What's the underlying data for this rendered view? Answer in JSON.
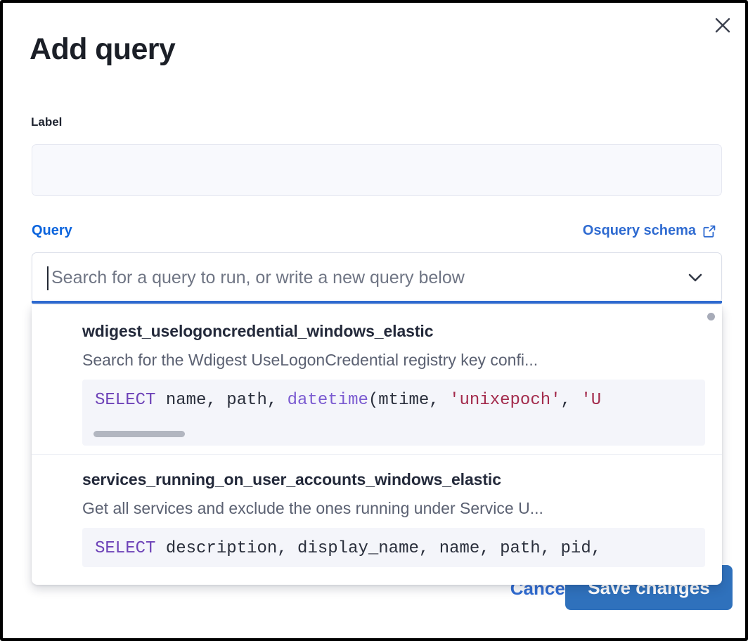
{
  "modal": {
    "title": "Add query",
    "close_icon": "close-icon"
  },
  "label_field": {
    "label": "Label",
    "value": "",
    "placeholder": ""
  },
  "query_field": {
    "label": "Query",
    "schema_link": "Osquery schema",
    "schema_link_icon": "external-link-icon",
    "placeholder": "Search for a query to run, or write a new query below",
    "value": "",
    "chevron_icon": "chevron-down-icon"
  },
  "dropdown": {
    "items": [
      {
        "title": "wdigest_uselogoncredential_windows_elastic",
        "description": "Search for the Wdigest UseLogonCredential registry key confi...",
        "code_keyword": "SELECT",
        "code_part1": " name, path, ",
        "code_function": "datetime",
        "code_part2": "(mtime, ",
        "code_string1": "'unixepoch'",
        "code_part3": ", ",
        "code_string2": "'U"
      },
      {
        "title": "services_running_on_user_accounts_windows_elastic",
        "description": "Get all services and exclude the ones running under Service U...",
        "code_keyword": "SELECT",
        "code_part1": " description, display_name, name, path, pid,"
      }
    ]
  },
  "footer": {
    "cancel": "Cancel",
    "save": "Save changes"
  },
  "colors": {
    "accent_blue": "#2f6bd1",
    "link_blue": "#0b64dd",
    "save_button": "#2f71bc",
    "title_dark": "#1b1f27",
    "code_bg": "#f4f5fa",
    "keyword_purple": "#6e43b8",
    "function_violet": "#7b5bd1",
    "string_maroon": "#a32b4c"
  }
}
